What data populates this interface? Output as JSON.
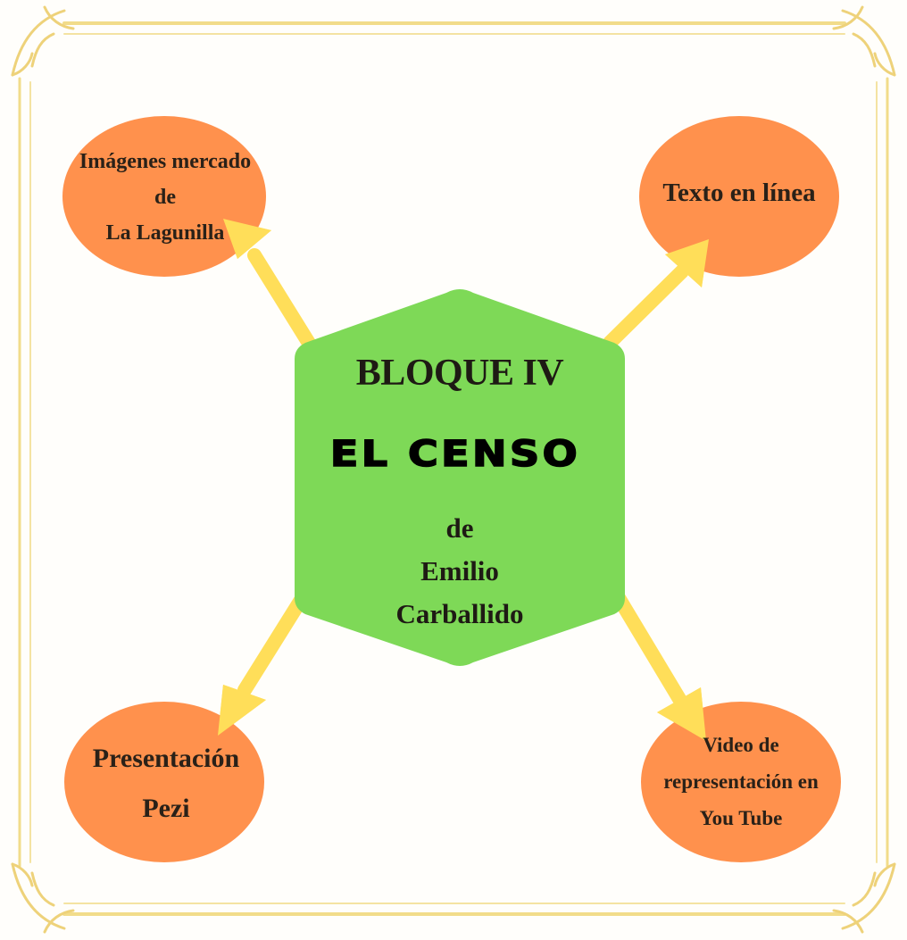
{
  "center": {
    "title": "BLOQUE  IV",
    "subtitle": "EL CENSO",
    "author": "de\nEmilio\nCarballido"
  },
  "nodes": {
    "top_left": "Imágenes mercado\nde\nLa Lagunilla",
    "top_right": "Texto en línea",
    "bottom_left": "Presentación\nPezi",
    "bottom_right": "Video de\nrepresentación en\nYou Tube"
  },
  "colors": {
    "background": "#fffefb",
    "frame": "#f2dc8a",
    "hexagon": "#7ed957",
    "node_fill": "#ff914d",
    "arrow": "#ffde59"
  }
}
